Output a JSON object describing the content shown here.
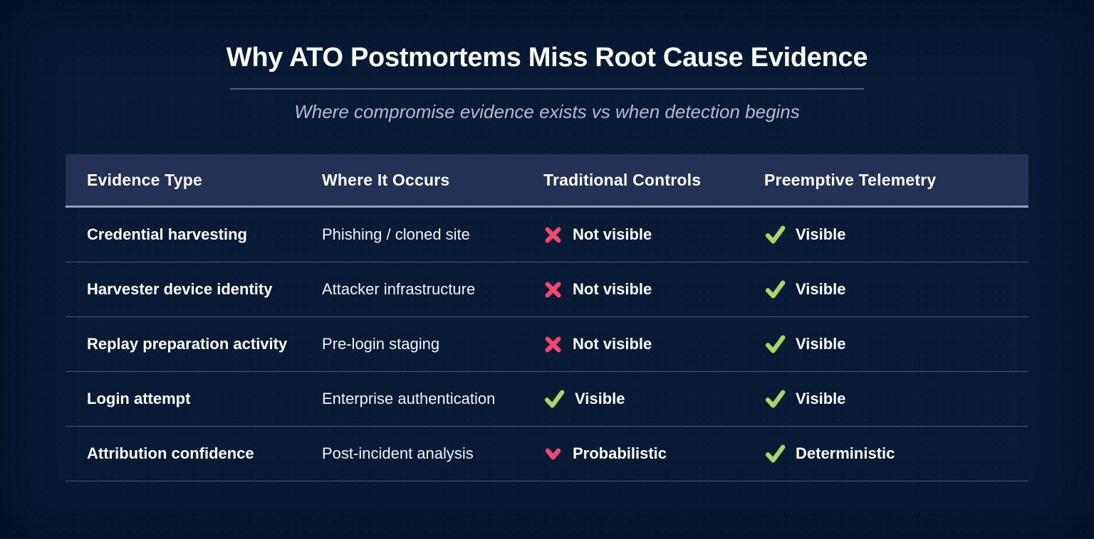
{
  "page": {
    "title": "Why ATO Postmortems Miss Root Cause Evidence",
    "subtitle": "Where compromise evidence exists vs when detection begins"
  },
  "colors": {
    "background": "#071a36",
    "header_bg": "#243157",
    "divider": "#4d5b7e",
    "header_border": "#98a0b4",
    "negative_pink": "#f2486f",
    "positive_green": "#a5d964",
    "subtitle_text": "#b4bdd2"
  },
  "table": {
    "header": [
      "Evidence Type",
      "Where It Occurs",
      "Traditional Controls",
      "Preemptive Telemetry"
    ],
    "rows": [
      {
        "evidence": "Credential harvesting",
        "location": "Phishing / cloned site",
        "traditional": {
          "icon": "x-icon",
          "label": "Not visible"
        },
        "preemptive": {
          "icon": "check-icon",
          "label": "Visible"
        }
      },
      {
        "evidence": "Harvester device identity",
        "location": "Attacker infrastructure",
        "traditional": {
          "icon": "x-icon",
          "label": "Not visible"
        },
        "preemptive": {
          "icon": "check-icon",
          "label": "Visible"
        }
      },
      {
        "evidence": "Replay preparation activity",
        "location": "Pre-login staging",
        "traditional": {
          "icon": "x-icon",
          "label": "Not visible"
        },
        "preemptive": {
          "icon": "check-icon",
          "label": "Visible"
        }
      },
      {
        "evidence": "Login attempt",
        "location": "Enterprise authentication",
        "traditional": {
          "icon": "check-icon",
          "label": "Visible"
        },
        "preemptive": {
          "icon": "check-icon",
          "label": "Visible"
        }
      },
      {
        "evidence": "Attribution confidence",
        "location": "Post-incident analysis",
        "traditional": {
          "icon": "chevron-down-icon",
          "label": "Probabilistic"
        },
        "preemptive": {
          "icon": "check-icon",
          "label": "Deterministic"
        }
      }
    ]
  },
  "chart_data": {
    "type": "table",
    "title": "Why ATO Postmortems Miss Root Cause Evidence",
    "subtitle": "Where compromise evidence exists vs when detection begins",
    "columns": [
      "Evidence Type",
      "Where It Occurs",
      "Traditional Controls",
      "Preemptive Telemetry"
    ],
    "rows": [
      [
        "Credential harvesting",
        "Phishing / cloned site",
        "Not visible",
        "Visible"
      ],
      [
        "Harvester device identity",
        "Attacker infrastructure",
        "Not visible",
        "Visible"
      ],
      [
        "Replay preparation activity",
        "Pre-login staging",
        "Not visible",
        "Visible"
      ],
      [
        "Login attempt",
        "Enterprise authentication",
        "Visible",
        "Visible"
      ],
      [
        "Attribution confidence",
        "Post-incident analysis",
        "Probabilistic",
        "Deterministic"
      ]
    ],
    "cell_markers": {
      "Not visible": "x-icon (pink #f2486f)",
      "Visible": "check-icon (green #a5d964)",
      "Probabilistic": "chevron-down-icon (pink #f2486f)",
      "Deterministic": "check-icon (green #a5d964)"
    }
  }
}
